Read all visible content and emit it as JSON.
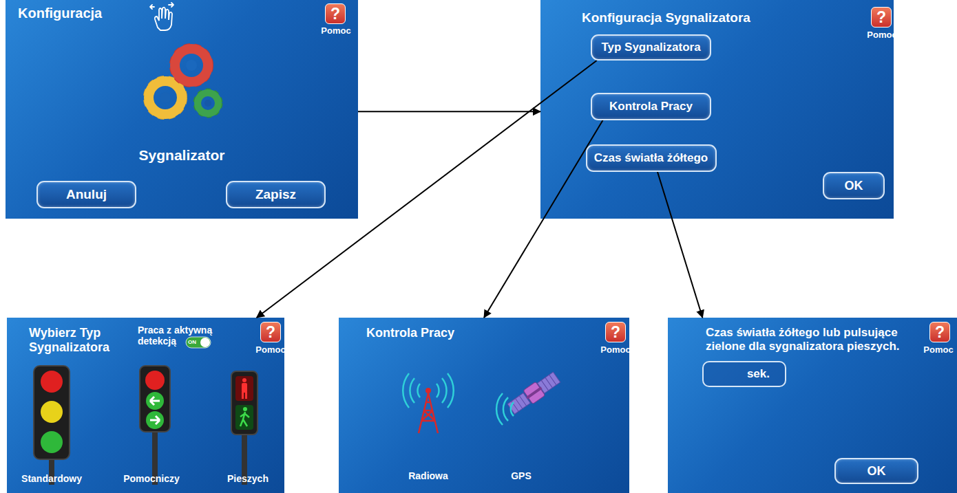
{
  "diagram": {
    "nodes": [
      {
        "text": [
          "Konfiguracja",
          "Pomoc",
          "Sygnalizator"
        ]
      },
      {
        "text": [
          "Anuluj"
        ],
        "in": 0
      },
      {
        "text": [
          "Zapisz"
        ],
        "in": 0
      },
      {
        "text": [
          "Konfiguracja Sygnalizatora",
          "Pomoc"
        ]
      },
      {
        "text": [
          "Typ Sygnalizatora"
        ],
        "in": 3
      },
      {
        "text": [
          "Kontrola Pracy"
        ],
        "in": 3
      },
      {
        "text": [
          "Czas światła żółtego"
        ],
        "in": 3
      },
      {
        "text": [
          "OK"
        ],
        "in": 3
      },
      {
        "text": [
          "Wybierz Typ Sygnalizatora",
          "Praca z aktywną detekcją",
          "Pomoc",
          "Standardowy",
          "Pomocniczy",
          "Pieszych"
        ]
      },
      {
        "text": [
          "Kontrola Pracy",
          "Pomoc",
          "Radiowa",
          "GPS"
        ]
      },
      {
        "text": [
          "Czas światła żółtego lub pulsujące zielone dla sygnalizatora pieszych.",
          "Pomoc"
        ]
      },
      {
        "text": [
          "sek."
        ],
        "in": 10
      },
      {
        "text": [
          "OK"
        ],
        "in": 10
      }
    ],
    "edges": [
      {
        "from": 0,
        "to": 3,
        "arrow": "to"
      },
      {
        "from": 4,
        "to": 8,
        "arrow": "to"
      },
      {
        "from": 5,
        "to": 9,
        "arrow": "to"
      },
      {
        "from": 6,
        "to": 10,
        "arrow": "to"
      }
    ],
    "labels": [
      "?",
      "?",
      "?",
      "?",
      "?",
      "ON"
    ]
  }
}
